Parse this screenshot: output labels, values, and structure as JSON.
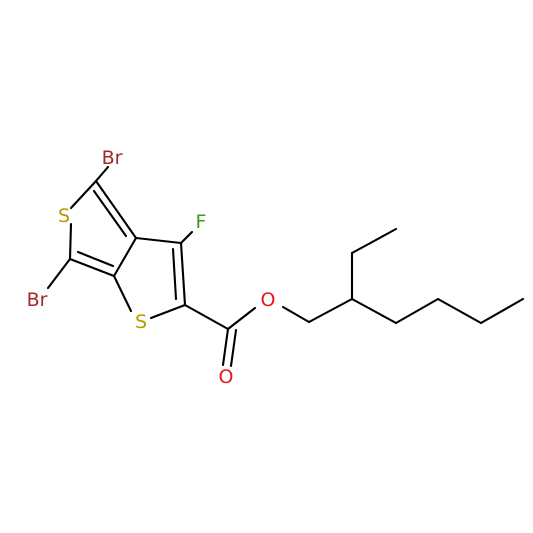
{
  "structure": {
    "atoms": [
      {
        "id": "Br1",
        "label": "Br",
        "color": "#a0292a"
      },
      {
        "id": "Br2",
        "label": "Br",
        "color": "#a0292a"
      },
      {
        "id": "S1",
        "label": "S",
        "color": "#b59a00"
      },
      {
        "id": "S2",
        "label": "S",
        "color": "#b59a00"
      },
      {
        "id": "F",
        "label": "F",
        "color": "#3f9b20"
      },
      {
        "id": "O1",
        "label": "O",
        "color": "#e8181e"
      },
      {
        "id": "O2",
        "label": "O",
        "color": "#e8181e"
      }
    ]
  }
}
